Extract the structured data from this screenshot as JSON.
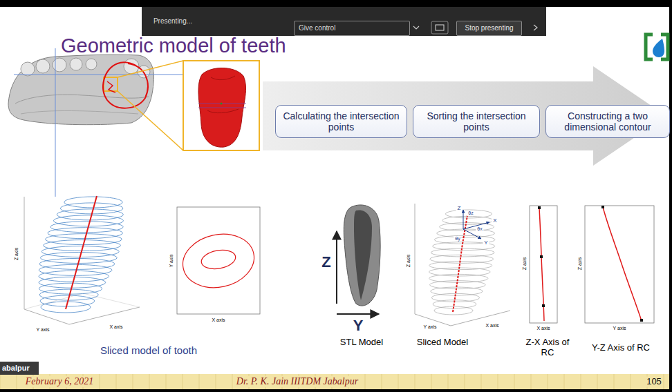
{
  "diagram": {
    "title": "Geometric model of teeth",
    "nodes": [
      {
        "text": [
          "Give control"
        ]
      },
      {
        "text": [
          "Stop presenting"
        ]
      },
      {
        "text": [
          "Calculating the intersection points"
        ]
      },
      {
        "text": [
          "Sorting the intersection points"
        ]
      },
      {
        "text": [
          "Constructing a two dimensional contour"
        ]
      },
      {
        "text": [
          "abalpur"
        ]
      }
    ],
    "labels": [
      "Presenting...",
      "Z axis",
      "Y axis",
      "X axis",
      "Y axis",
      "X axis",
      "Sliced model of tooth",
      "Z",
      "Y",
      "STL Model",
      "Z axis",
      "Y axis",
      "X axis",
      "Z",
      "X",
      "Y",
      "θz",
      "θx",
      "θy",
      "Sliced Model",
      "Z axis",
      "X axis",
      "Z-X Axis of RC",
      "Z axis",
      "Y axis",
      "Y-Z Axis of RC",
      "February 6, 2021",
      "Dr. P. K. Jain IIITDM Jabalpur",
      "105"
    ]
  }
}
